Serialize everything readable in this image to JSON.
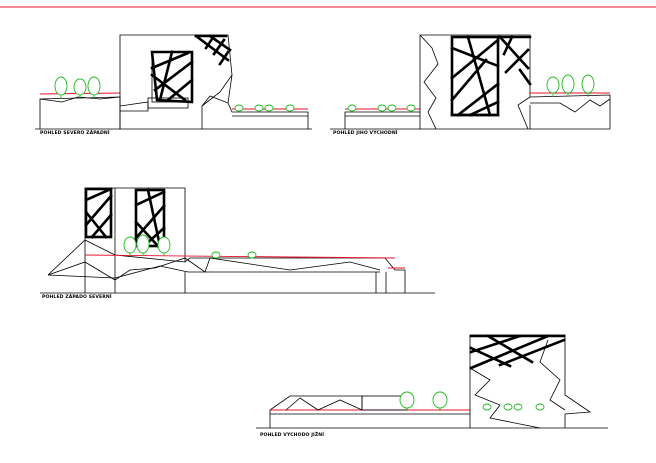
{
  "sheet": {
    "elevations": [
      {
        "label": "POHLED SEVERO ZÁPADNÍ"
      },
      {
        "label": "POHLED JIHO VÝCHODNÍ"
      },
      {
        "label": "POHLED ZÁPADO SEVERNÍ"
      },
      {
        "label": "POHLED VÝCHODO JIŽNÍ"
      }
    ]
  },
  "colors": {
    "border": "#e8102a",
    "vegetation": "#1fb81f",
    "lines": "#000000"
  }
}
